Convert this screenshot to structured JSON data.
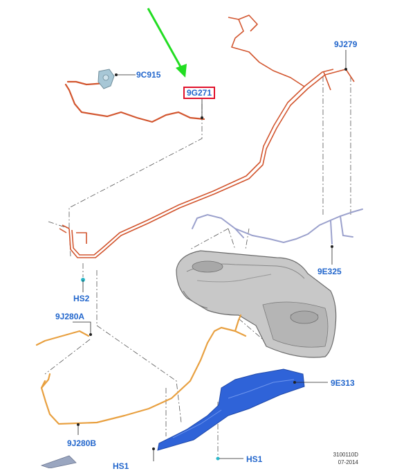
{
  "labels": {
    "9C915": "9C915",
    "9G271": "9G271",
    "9J279": "9J279",
    "9E325": "9E325",
    "HS2": "HS2",
    "9J280A": "9J280A",
    "9J280B": "9J280B",
    "9E313": "9E313",
    "HS1_right": "HS1",
    "HS1_bottom": "HS1"
  },
  "document": {
    "code": "3100110D",
    "date": "07-2014"
  },
  "colors": {
    "orange_line": "#d2552e",
    "fill_tube": "#e8a040",
    "vapor_line": "#9aa0cc",
    "heat_shield": "#2f63d8",
    "tank": "#c8c8c8",
    "pointer_arrow": "#22dd22",
    "highlight_box": "#e0102a",
    "callout_text": "#2266cc",
    "clip_cyan": "#2ab7c9"
  }
}
